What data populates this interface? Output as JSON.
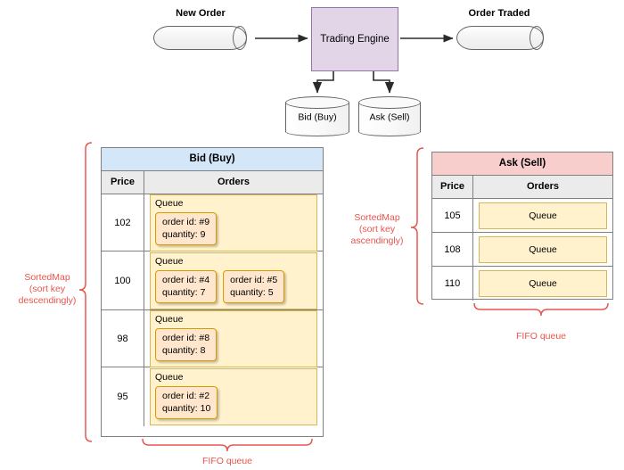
{
  "flow": {
    "new_order_label": "New Order",
    "order_traded_label": "Order Traded",
    "engine_label": "Trading Engine",
    "bid_store_label": "Bid (Buy)",
    "ask_store_label": "Ask (Sell)"
  },
  "bid_book": {
    "title": "Bid (Buy)",
    "columns": [
      "Price",
      "Orders"
    ],
    "queue_label": "Queue",
    "rows": [
      {
        "price": "102",
        "orders": [
          {
            "id_label": "order id: #9",
            "qty_label": "quantity: 9"
          }
        ]
      },
      {
        "price": "100",
        "orders": [
          {
            "id_label": "order id: #4",
            "qty_label": "quantity: 7"
          },
          {
            "id_label": "order id: #5",
            "qty_label": "quantity: 5"
          }
        ]
      },
      {
        "price": "98",
        "orders": [
          {
            "id_label": "order id: #8",
            "qty_label": "quantity: 8"
          }
        ]
      },
      {
        "price": "95",
        "orders": [
          {
            "id_label": "order id: #2",
            "qty_label": "quantity: 10"
          }
        ]
      }
    ]
  },
  "ask_book": {
    "title": "Ask (Sell)",
    "columns": [
      "Price",
      "Orders"
    ],
    "rows": [
      {
        "price": "105",
        "queue_label": "Queue"
      },
      {
        "price": "108",
        "queue_label": "Queue"
      },
      {
        "price": "110",
        "queue_label": "Queue"
      }
    ]
  },
  "annotations": {
    "bid_sortedmap": "SortedMap\n(sort key\ndescendingly)",
    "ask_sortedmap": "SortedMap\n(sort key\nascendingly)",
    "bid_fifo": "FIFO queue",
    "ask_fifo": "FIFO queue"
  },
  "colors": {
    "engine_fill": "#e1d5e7",
    "engine_stroke": "#9673a6",
    "bid_header": "#d4e7f8",
    "ask_header": "#f8cecc",
    "queue_fill": "#fff2cc",
    "queue_stroke": "#d6b656",
    "order_fill": "#ffe6cc",
    "order_stroke": "#d79b00",
    "annotation": "#e8554e"
  }
}
